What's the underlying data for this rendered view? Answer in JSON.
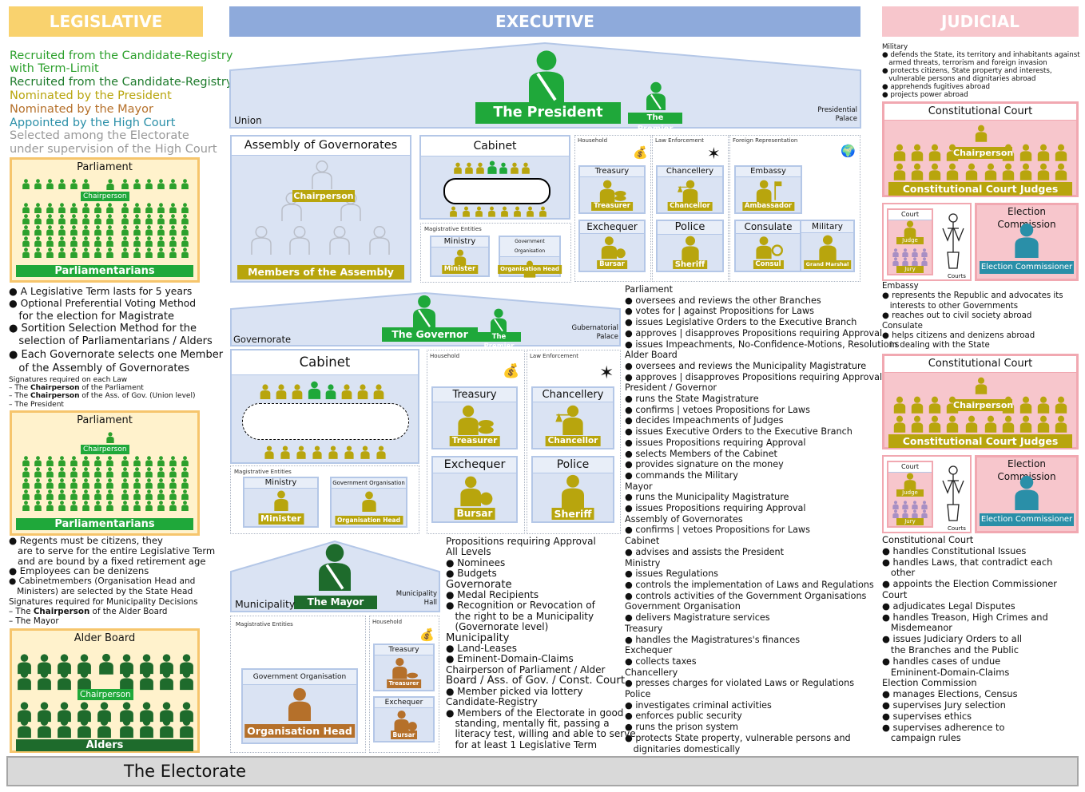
{
  "headers": {
    "legislative": "LEGISLATIVE",
    "executive": "EXECUTIVE",
    "judicial": "JUDICIAL"
  },
  "colors": {
    "legislative": "#f9d26e",
    "executive": "#8eaadb",
    "judicial": "#f7c6cc",
    "green": "#1fa83a",
    "gold": "#b8a50d",
    "mayor_green": "#1e6b2c",
    "blue_box": "#dae3f3",
    "pink_box": "#f7c6cc",
    "yellow_box": "#fff2cc"
  },
  "legend": [
    {
      "text": "Recruited from the Candidate-Registry",
      "color": "#2ca02c"
    },
    {
      "text": "with Term-Limit",
      "color": "#2ca02c"
    },
    {
      "text": "Recruited from the Candidate-Registry",
      "color": "#1e7b2c"
    },
    {
      "text": "Nominated by the President",
      "color": "#b8a50d"
    },
    {
      "text": "Nominated by the Mayor",
      "color": "#b5702a"
    },
    {
      "text": "Appointed by the High Court",
      "color": "#2a8fa8"
    },
    {
      "text": "Selected among the Electorate",
      "color": "#999999"
    },
    {
      "text": "under supervision of the High Court",
      "color": "#999999"
    }
  ],
  "parliament1": {
    "title": "Parliament",
    "chair": "Chairperson",
    "members": "Parliamentarians"
  },
  "leg_notes1": [
    "● A Legislative Term lasts for 5 years",
    "● Optional Preferential Voting Method",
    "   for the election for Magistrate",
    "● Sortition Selection Method for the",
    "   selection of Parliamentarians / Alders",
    "● Each Governorate selects one Member",
    "   of the Assembly of Governorates"
  ],
  "leg_sig1": {
    "head": "Signatures required on each Law",
    "l1a": "– The ",
    "l1b": "Chairperson",
    "l1c": " of the Parliament",
    "l2a": "– The ",
    "l2b": "Chairperson",
    "l2c": " of the Ass. of Gov. (Union level)",
    "l3": "– The President"
  },
  "parliament2": {
    "title": "Parliament",
    "chair": "Chairperson",
    "members": "Parliamentarians"
  },
  "leg_notes2": [
    "● Regents must be citizens, they",
    "   are to serve for the entire Legislative Term",
    "   and are bound by a fixed retirement age",
    "● Employees can be denizens",
    "● Cabinetmembers (Organisation Head and",
    "   Ministers) are selected by the State Head"
  ],
  "leg_sig2": {
    "head": "Signatures required for Municipality Decisions",
    "l1a": "– The ",
    "l1b": "Chairperson",
    "l1c": " of the Alder Board",
    "l2": "– The Mayor"
  },
  "alder": {
    "title": "Alder Board",
    "chair": "Chairperson",
    "members": "Alders"
  },
  "union": {
    "president": "The President",
    "premier": "The Premier",
    "left": "Union",
    "right1": "Presidential",
    "right2": "Palace"
  },
  "assembly": {
    "title_a": "Assembly of ",
    "title_b": "Governorates",
    "chair": "Chairperson",
    "members": "Members of the Assembly"
  },
  "cabinet1": {
    "title": "Cabinet",
    "mag": "Magistrative Entities",
    "ministry": "Ministry",
    "minister": "Minister",
    "gov_org": "Government Organisation",
    "org_head": "Organisation Head"
  },
  "union_depts": {
    "household": "Household",
    "law": "Law Enforcement",
    "foreign": "Foreign Representation",
    "treasury": "Treasury",
    "treasurer": "Treasurer",
    "chancellery": "Chancellery",
    "chancellor": "Chancellor",
    "embassy": "Embassy",
    "ambassador": "Ambassador",
    "exchequer": "Exchequer",
    "bursar": "Bursar",
    "police": "Police",
    "sheriff": "Sheriff",
    "consulate": "Consulate",
    "consul": "Consul",
    "military": "Military",
    "grand_marshal": "Grand Marshal"
  },
  "governorate": {
    "governor": "The Governor",
    "premier": "The Premier",
    "left": "Governorate",
    "right1": "Gubernatorial",
    "right2": "Palace"
  },
  "cabinet2": {
    "title": "Cabinet",
    "mag": "Magistrative Entities",
    "ministry": "Ministry",
    "minister": "Minister",
    "gov_org": "Government Organisation",
    "org_head": "Organisation Head"
  },
  "gov_depts": {
    "household": "Household",
    "law": "Law Enforcement",
    "treasury": "Treasury",
    "treasurer": "Treasurer",
    "chancellery": "Chancellery",
    "chancellor": "Chancellor",
    "exchequer": "Exchequer",
    "bursar": "Bursar",
    "police": "Police",
    "sheriff": "Sheriff"
  },
  "municipality": {
    "mayor": "The Mayor",
    "left": "Municipality",
    "right1": "Municipality",
    "right2": "Hall",
    "mag": "Magistrative Entities",
    "gov_org": "Government Organisation",
    "org_head": "Organisation Head",
    "household": "Household",
    "treasury": "Treasury",
    "treasurer": "Treasurer",
    "exchequer": "Exchequer",
    "bursar": "Bursar"
  },
  "mid_notes": [
    {
      "t": "Propositions requiring Approval",
      "h": false
    },
    {
      "t": "All Levels",
      "h": false
    },
    {
      "t": "● Nominees",
      "h": false
    },
    {
      "t": "● Budgets",
      "h": false
    },
    {
      "t": "Governorate",
      "h": true
    },
    {
      "t": "● Medal Recipients",
      "h": false
    },
    {
      "t": "● Recognition or Revocation of",
      "h": false
    },
    {
      "t": "   the right to be a Municipality",
      "h": false
    },
    {
      "t": "   (Governorate level)",
      "h": false
    },
    {
      "t": "Municipality",
      "h": true
    },
    {
      "t": "● Land-Leases",
      "h": false
    },
    {
      "t": "● Eminent-Domain-Claims",
      "h": false
    },
    {
      "t": "Chairperson of Parliament / Alder",
      "h": false
    },
    {
      "t": "Board / Ass. of Gov. / Const. Court",
      "h": true
    },
    {
      "t": "● Member picked via lottery",
      "h": false
    },
    {
      "t": "Candidate-Registry",
      "h": false
    },
    {
      "t": "● Members of the Electorate in good",
      "h": false
    },
    {
      "t": "   standing, mentally fit, passing a",
      "h": false
    },
    {
      "t": "   literacy test, willing and able to serve",
      "h": false
    },
    {
      "t": "   for at least 1 Legislative Term",
      "h": false
    }
  ],
  "right_notes": [
    "Parliament",
    "● oversees and reviews the other Branches",
    "● votes for | against Propositions for Laws",
    "● issues Legislative Orders to the Executive Branch",
    "● approves | disapproves Propositions requiring Approval",
    "● issues Impeachments, No-Confidence-Motions, Resolutions",
    "Alder Board",
    "● oversees and reviews the Municipality Magistrature",
    "● approves | disapproves Propositions requiring Approval",
    "President / Governor",
    "● runs the State Magistrature",
    "● confirms | vetoes Propositions for Laws",
    "● decides Impeachments of Judges",
    "● issues Executive Orders to the Executive Branch",
    "● issues Propositions requiring Approval",
    "● selects Members of the Cabinet",
    "● provides signature on the money",
    "● commands the Military",
    "Mayor",
    "● runs the Municipality Magistrature",
    "● issues Propositions requiring Approval",
    "Assembly of Governorates",
    "● confirms | vetoes Propositions for Laws",
    "Cabinet",
    "● advises and assists the President",
    "Ministry",
    "● issues Regulations",
    "● controls the implementation of Laws and Regulations",
    "● controls activities of the Government Organisations",
    "Government Organisation",
    "● delivers Magistrature services",
    "Treasury",
    "● handles the Magistratures's finances",
    "Exchequer",
    "● collects taxes",
    "Chancellery",
    "● presses charges for violated Laws or Regulations",
    "Police",
    "● investigates criminal activities",
    "● enforces public security",
    "● runs the prison system",
    "● protects State property, vulnerable persons and",
    "   dignitaries domestically"
  ],
  "judicial_top": [
    "Military",
    "● defends the State, its territory and inhabitants against",
    "   armed threats, terrorism and foreign invasion",
    "● protects citizens, State property and interests,",
    "   vulnerable persons and dignitaries abroad",
    "● apprehends fugitives abroad",
    "● projects power abroad"
  ],
  "ccourt1": {
    "title": "Constitutional Court",
    "chair": "Chairperson",
    "judges": "Constitutional Court Judges"
  },
  "court1": {
    "court": "Court",
    "judge": "Judge",
    "jury": "Jury",
    "courts": "Courts",
    "ec_title": "Election Commission",
    "ec": "Election Commissioner"
  },
  "judicial_mid": [
    "Embassy",
    "● represents the Republic and advocates its",
    "   interests to other Governments",
    "● reaches out to civil society abroad",
    "Consulate",
    "● helps citizens and denizens abroad",
    "   in dealing with the State"
  ],
  "ccourt2": {
    "title": "Constitutional Court",
    "chair": "Chairperson",
    "judges": "Constitutional Court Judges"
  },
  "court2": {
    "court": "Court",
    "judge": "Judge",
    "jury": "Jury",
    "courts": "Courts",
    "ec_title": "Election Commission",
    "ec": "Election Commissioner"
  },
  "judicial_bottom": [
    "Constitutional Court",
    "● handles Constitutional Issues",
    "● handles Laws, that contradict each",
    "   other",
    "● appoints the Election Commissioner",
    "Court",
    "● adjudicates Legal Disputes",
    "● handles Treason, High Crimes and",
    "   Misdemeanor",
    "● issues Judiciary Orders to all",
    "   the Branches and the Public",
    "● handles cases of undue",
    "   Emininent-Domain-Claims",
    "Election Commission",
    "● manages Elections, Census",
    "● supervises Jury selection",
    "● supervises ethics",
    "● supervises adherence to",
    "   campaign rules"
  ],
  "electorate": "The Electorate"
}
